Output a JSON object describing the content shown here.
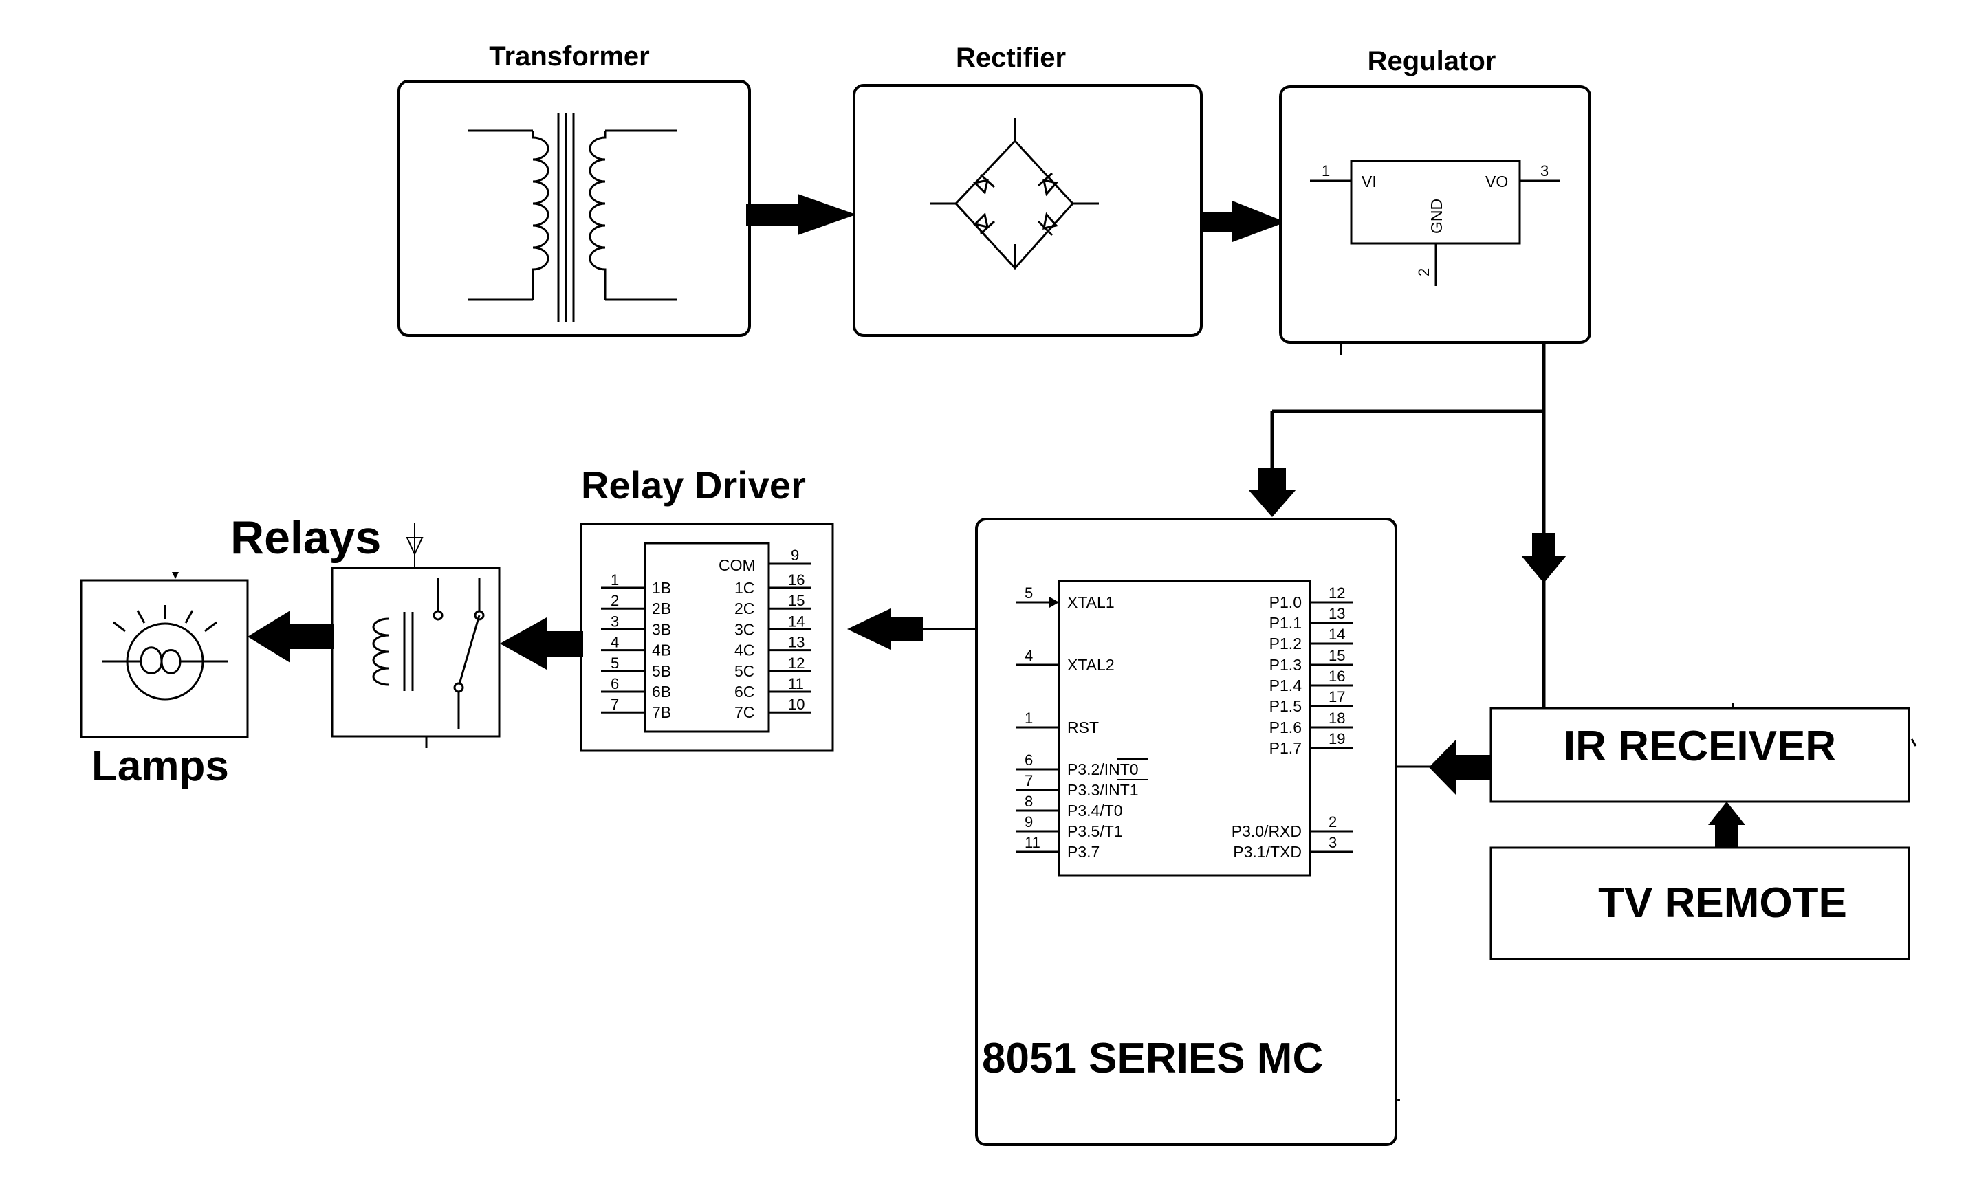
{
  "blocks": {
    "transformer": {
      "title": "Transformer"
    },
    "rectifier": {
      "title": "Rectifier"
    },
    "regulator": {
      "title": "Regulator",
      "pin_vi": "VI",
      "pin_vo": "VO",
      "pin_gnd": "GND",
      "pin1": "1",
      "pin2": "2",
      "pin3": "3"
    },
    "relay_driver": {
      "title": "Relay Driver",
      "com_label": "COM",
      "com_num": "9",
      "left_pins": [
        {
          "num": "1",
          "label": "1B"
        },
        {
          "num": "2",
          "label": "2B"
        },
        {
          "num": "3",
          "label": "3B"
        },
        {
          "num": "4",
          "label": "4B"
        },
        {
          "num": "5",
          "label": "5B"
        },
        {
          "num": "6",
          "label": "6B"
        },
        {
          "num": "7",
          "label": "7B"
        }
      ],
      "right_pins": [
        {
          "num": "16",
          "label": "1C"
        },
        {
          "num": "15",
          "label": "2C"
        },
        {
          "num": "14",
          "label": "3C"
        },
        {
          "num": "13",
          "label": "4C"
        },
        {
          "num": "12",
          "label": "5C"
        },
        {
          "num": "11",
          "label": "6C"
        },
        {
          "num": "10",
          "label": "7C"
        }
      ]
    },
    "relays": {
      "title": "Relays"
    },
    "lamps": {
      "title": "Lamps"
    },
    "mcu": {
      "title": "8051 SERIES MC",
      "left_pins": [
        {
          "num": "5",
          "label": "XTAL1"
        },
        {
          "num": "4",
          "label": "XTAL2"
        },
        {
          "num": "1",
          "label": "RST"
        },
        {
          "num": "6",
          "label": "P3.2/INT0"
        },
        {
          "num": "7",
          "label": "P3.3/INT1"
        },
        {
          "num": "8",
          "label": "P3.4/T0"
        },
        {
          "num": "9",
          "label": "P3.5/T1"
        },
        {
          "num": "11",
          "label": "P3.7"
        }
      ],
      "right_pins": [
        {
          "num": "12",
          "label": "P1.0"
        },
        {
          "num": "13",
          "label": "P1.1"
        },
        {
          "num": "14",
          "label": "P1.2"
        },
        {
          "num": "15",
          "label": "P1.3"
        },
        {
          "num": "16",
          "label": "P1.4"
        },
        {
          "num": "17",
          "label": "P1.5"
        },
        {
          "num": "18",
          "label": "P1.6"
        },
        {
          "num": "19",
          "label": "P1.7"
        },
        {
          "num": "2",
          "label": "P3.0/RXD"
        },
        {
          "num": "3",
          "label": "P3.1/TXD"
        }
      ]
    },
    "ir_receiver": {
      "title": "IR RECEIVER"
    },
    "tv_remote": {
      "title": "TV REMOTE"
    }
  }
}
